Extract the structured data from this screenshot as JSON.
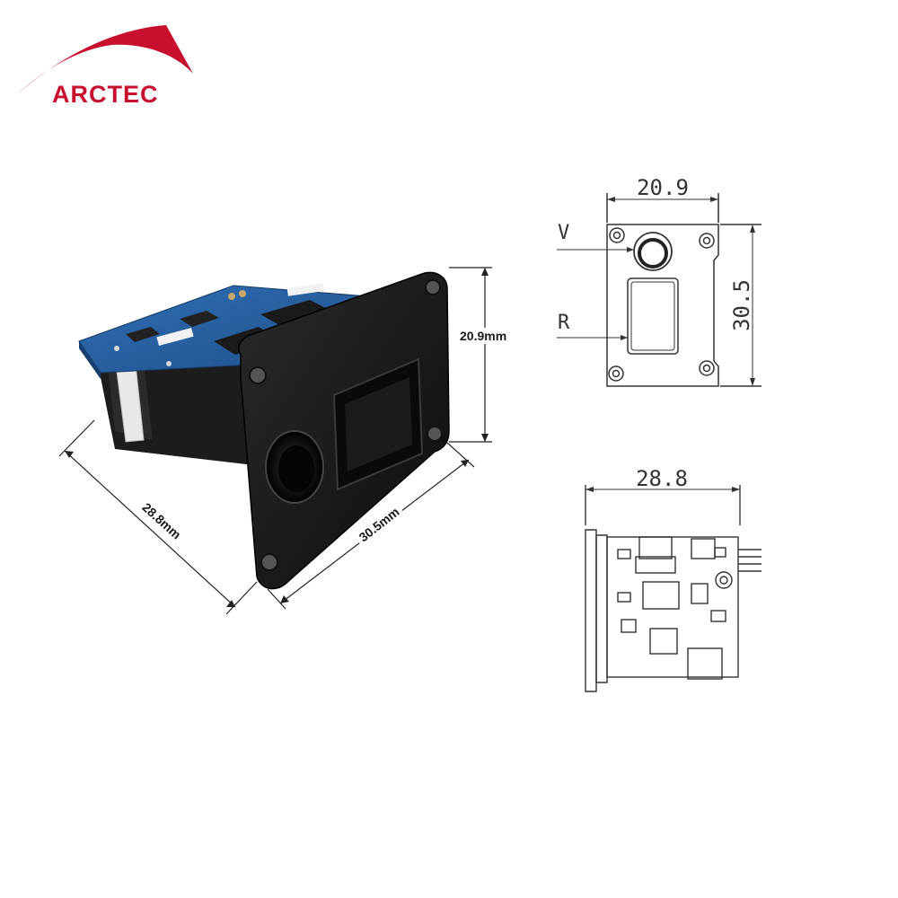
{
  "brand": {
    "name": "ARCTEC",
    "color": "#c8102e"
  },
  "photo": {
    "height_label": "20.9mm",
    "depth_label": "28.8mm",
    "width_label": "30.5mm"
  },
  "front_view": {
    "width_value": "20.9",
    "height_value": "30.5",
    "label_v": "V",
    "label_r": "R"
  },
  "side_view": {
    "depth_value": "28.8"
  }
}
